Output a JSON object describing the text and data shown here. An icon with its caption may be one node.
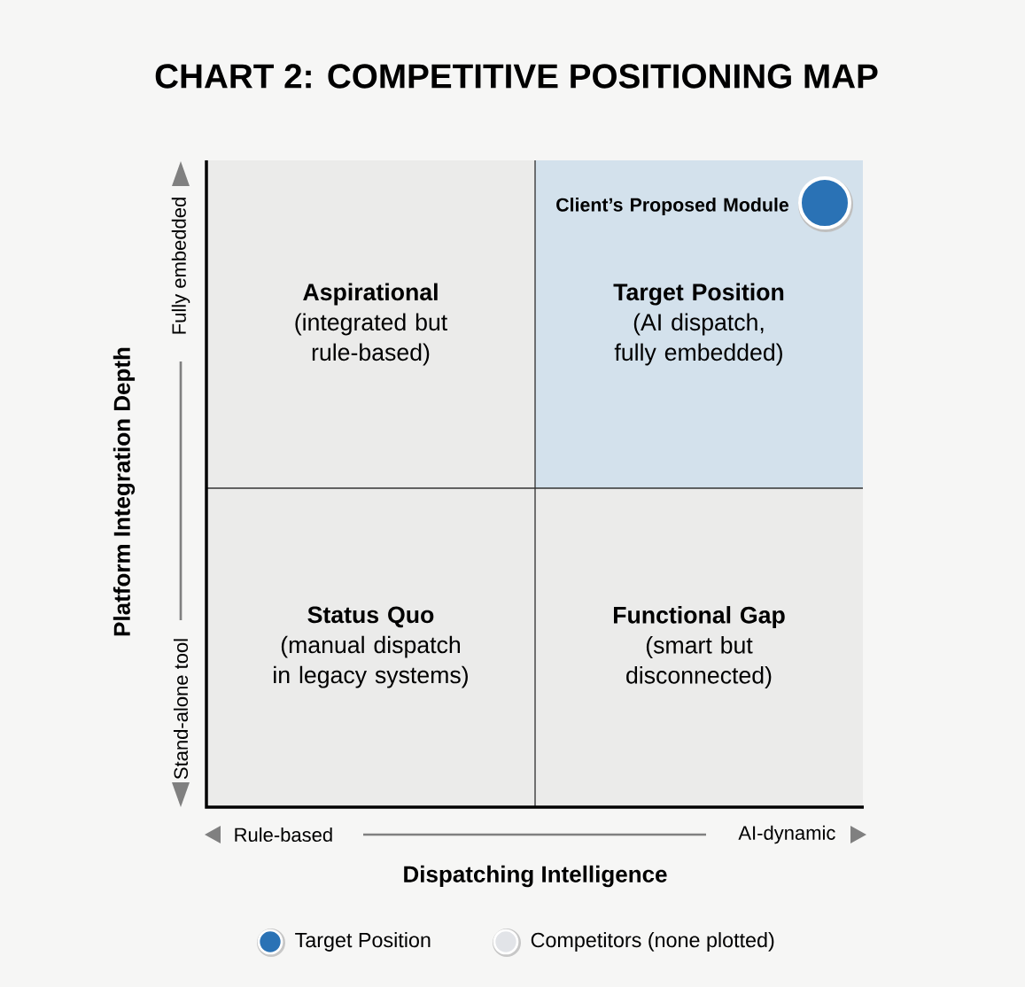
{
  "diagram": {
    "title": "CHART 2: COMPETITIVE POSITIONING MAP",
    "nodes": [
      {
        "text": [
          "Aspirational",
          "(integrated but rule-based)"
        ]
      },
      {
        "text": [
          "Target Position",
          "(AI dispatch, fully embedded)"
        ]
      },
      {
        "text": [],
        "shape": "circle",
        "in": 1,
        "beside": [
          "Client’s Proposed Module"
        ]
      },
      {
        "text": [
          "Status Quo",
          "(manual dispatch in legacy systems)"
        ]
      },
      {
        "text": [
          "Functional Gap",
          "(smart but disconnected)"
        ]
      }
    ],
    "labels": [
      "Fully embedded",
      "Stand-alone tool",
      "Platform Integration Depth",
      "Rule-based",
      "AI-dynamic",
      "Dispatching Intelligence"
    ],
    "legend": [
      {
        "text": "Target Position",
        "color": "#2a72b5"
      },
      {
        "text": "Competitors (none plotted)",
        "color": "#e2e4e8"
      }
    ]
  }
}
